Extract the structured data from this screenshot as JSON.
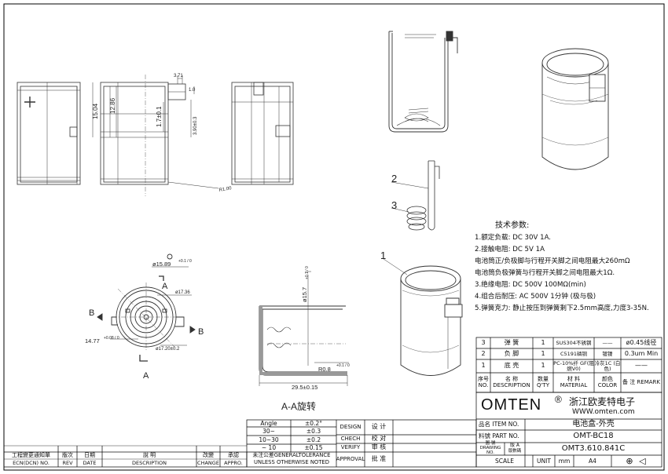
{
  "dimensions": {
    "top_h1": "3.71",
    "top_h2": "1.0",
    "height_total": "15.04",
    "height_inner": "12.86",
    "dim_17": "1.7±0.1",
    "dim_39": "3.90±0.3",
    "radius": "R1.00",
    "dia_top": "ø15.89",
    "dia_top_tol": "+0.1 / 0",
    "dia_1736": "ø17.36",
    "dim_1477": "14.77",
    "dim_1477_tol": "+0.08 / 0",
    "dia_1720": "ø17.20±0.2",
    "dia_157": "ø15.7",
    "dia_157_tol": "+0.1 / 0",
    "r08": "R0.8",
    "r08_tol": "+0.1 / 0",
    "len_295": "29.5±0.15"
  },
  "section": {
    "mark_a": "A",
    "mark_b": "B",
    "title": "A-A旋转"
  },
  "callouts": [
    "1",
    "2",
    "3"
  ],
  "tech": {
    "title": "技术参数:",
    "lines": [
      "1.额定负载: DC 30V 1A.",
      "2.接触电阻: DC 5V 1A",
      "电池筒正/负极脚与行程开关脚之间电阻最大260mΩ",
      "电池筒负极弹簧与行程开关脚之间电阻最大1Ω.",
      "3.绝缘电阻: DC  500V 100MΩ(min)",
      "4.组合后耐压: AC 500V 1分钟 (极与极)",
      "5.弹簧克力: 静止按压到弹簧剩下2.5mm高度,力度3-35N."
    ]
  },
  "bom": {
    "rows": [
      {
        "no": "3",
        "name": "弹  簧",
        "qty": "1",
        "material": "SUS304不锈钢",
        "color": "——",
        "remark": "ø0.45线径"
      },
      {
        "no": "2",
        "name": "负  脚",
        "qty": "1",
        "material": "C5191磷铜",
        "color": "镀镍",
        "remark": "0.3um Min"
      },
      {
        "no": "1",
        "name": "底  壳",
        "qty": "1",
        "material": "PC-10%纤 GF(阻燃V0)",
        "color": "冷灰1C (白色)",
        "remark": "——"
      }
    ],
    "header": {
      "no": "序号 NO.",
      "name": "名 称 DESCRIPTION",
      "qty": "数量 Q'TY",
      "material": "材 料 MATERIAL",
      "color": "颜色 COLOR",
      "remark": "备 注 REMARK"
    }
  },
  "company": {
    "logo": "OMTEN",
    "registered": "®",
    "name": "浙江欧麦特电子",
    "url": "WWW.omten.com"
  },
  "title_block": {
    "item_label": "品名 ITEM NO.",
    "item_value": "电池盒-外壳",
    "part_label": "料號 PART NO.",
    "part_value": "OMT-BC18",
    "drawing_label": "圖 號 DRAWING NO.",
    "version_label": "版 A",
    "version_sub": "版數碼",
    "drawing_value": "OMT3.610.841C",
    "scale_label": "SCALE",
    "unit_label": "UNIT",
    "unit_value": "mm",
    "size_value": "A4"
  },
  "tolerance": {
    "rows": [
      {
        "range": "Angle",
        "tol": "±0.2°"
      },
      {
        "range": "30~",
        "tol": "±0.3"
      },
      {
        "range": "10~30",
        "tol": "±0.2"
      },
      {
        "range": "~ 10",
        "tol": "±0.15"
      }
    ],
    "caption1": "未注公差GENERALTOLERANCE",
    "caption2": "UNLESS OTHERWISE NOTED",
    "approvals": [
      {
        "en": "DESIGN",
        "cn": "设 计"
      },
      {
        "en": "CHECH",
        "cn": "校 对"
      },
      {
        "en": "VERIFY",
        "cn": "审 核"
      },
      {
        "en": "APPROVAL",
        "cn": "批 准"
      }
    ]
  },
  "revision": {
    "cols": [
      {
        "cn": "工程變更通知單",
        "en": "ECN(DCN) NO."
      },
      {
        "cn": "版次",
        "en": "REV"
      },
      {
        "cn": "日期",
        "en": "DATE"
      },
      {
        "cn": "說 明",
        "en": "DESCRIPTION"
      },
      {
        "cn": "改變",
        "en": "CHANGE"
      },
      {
        "cn": "承認",
        "en": "APPRO."
      }
    ]
  }
}
